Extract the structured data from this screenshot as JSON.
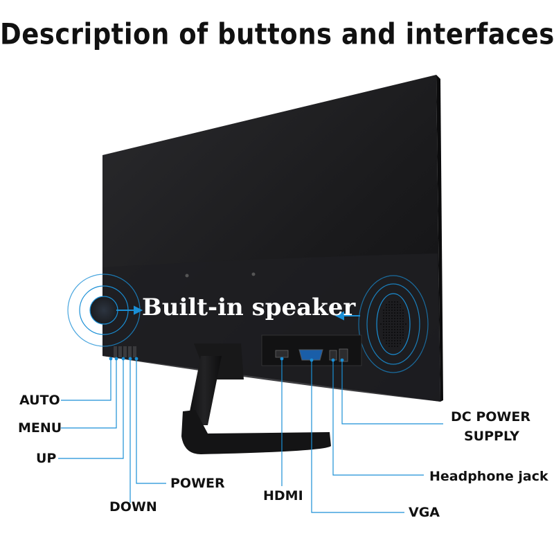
{
  "title": "Description of buttons and interfaces",
  "speaker_label": "Built-in speaker",
  "buttons": {
    "auto": "AUTO",
    "menu": "MENU",
    "up": "UP",
    "down": "DOWN",
    "power": "POWER"
  },
  "ports": {
    "hdmi": "HDMI",
    "vga": "VGA",
    "headphone": "Headphone jack",
    "dc_line1": "DC POWER",
    "dc_line2": "SUPPLY"
  },
  "colors": {
    "accent": "#1a8fd6",
    "monitor": "#1c1c1e",
    "text": "#111111"
  }
}
